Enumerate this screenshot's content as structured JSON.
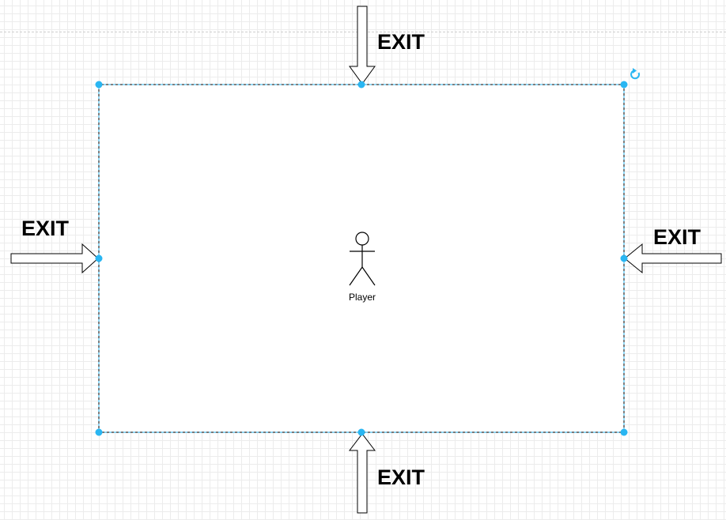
{
  "diagram": {
    "exits": {
      "top": "EXIT",
      "left": "EXIT",
      "right": "EXIT",
      "bottom": "EXIT"
    },
    "actor": {
      "label": "Player"
    }
  },
  "colors": {
    "selection": "#29b6f2",
    "stroke": "#000000",
    "grid": "#ececec",
    "canvas_background": "#ffffff"
  },
  "icons": {
    "rotate_handle": "rotate-icon",
    "actor": "stick-figure-icon"
  }
}
